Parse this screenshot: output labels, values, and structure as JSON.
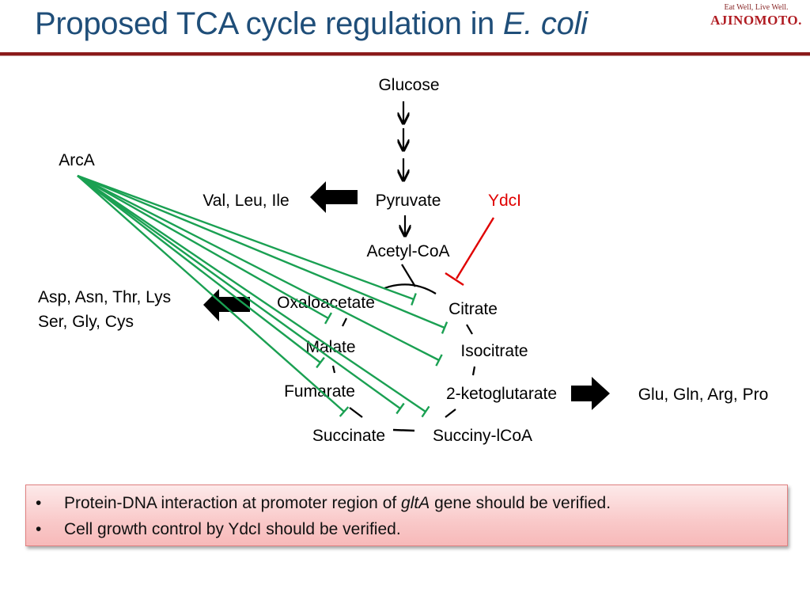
{
  "header": {
    "title_main": "Proposed TCA cycle regulation in ",
    "title_italic": "E. coli",
    "logo_tagline": "Eat Well, Live Well.",
    "logo_brand": "AJINOMOTO."
  },
  "diagram": {
    "regulators": {
      "arca": "ArcA",
      "ydci": "YdcI"
    },
    "glycolysis": {
      "glucose": "Glucose",
      "pyruvate": "Pyruvate",
      "acetyl_coa": "Acetyl-CoA"
    },
    "tca": {
      "oxaloacetate": "Oxaloacetate",
      "citrate": "Citrate",
      "isocitrate": "Isocitrate",
      "ketoglutarate": "2-ketoglutarate",
      "succinyl_coa": "Succiny-lCoA",
      "succinate": "Succinate",
      "fumarate": "Fumarate",
      "malate": "Malate"
    },
    "amino_acids": {
      "from_pyruvate": "Val, Leu, Ile",
      "from_oxaloacetate_line1": "Asp, Asn, Thr, Lys",
      "from_oxaloacetate_line2": "Ser, Gly, Cys",
      "from_ketoglutarate": "Glu, Gln, Arg, Pro"
    },
    "colors": {
      "arca_inhibition": "#1aa052",
      "ydci_inhibition": "#e00000",
      "title": "#1f4e79",
      "rule": "#8b1a1a"
    },
    "arca_targets": [
      "citrate-synthase-step",
      "citrate",
      "isocitrate",
      "oxaloacetate-malate-step",
      "malate-fumarate-step",
      "fumarate-succinate-step",
      "succinate-succinylcoa-step",
      "succinylcoa-ketoglutarate-step"
    ]
  },
  "notes": {
    "bullet": "•",
    "item1_pre": "Protein-DNA interaction at promoter region of ",
    "item1_italic": "gltA",
    "item1_post": " gene should be verified.",
    "item2": "Cell growth control by YdcI should be verified."
  }
}
